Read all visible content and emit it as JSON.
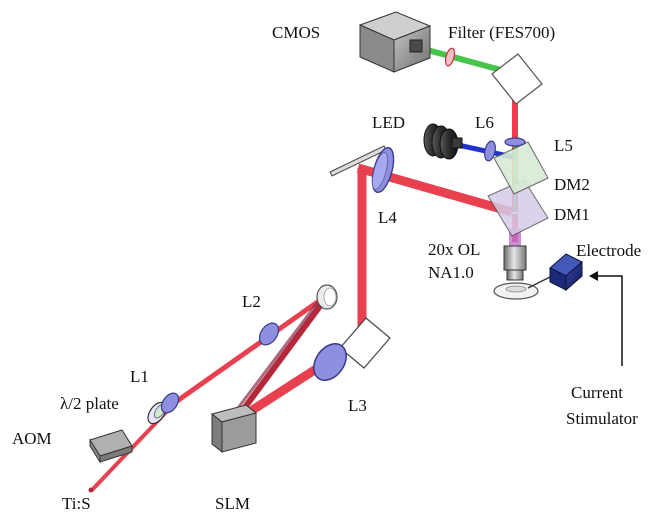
{
  "labels": {
    "cmos": "CMOS",
    "filter": "Filter (FES700)",
    "led": "LED",
    "l6": "L6",
    "l5": "L5",
    "dm2": "DM2",
    "dm1": "DM1",
    "l4": "L4",
    "objective_line1": "20x OL",
    "objective_line2": "NA1.0",
    "electrode": "Electrode",
    "l2": "L2",
    "l1": "L1",
    "half_wave_plate": "λ/2 plate",
    "aom": "AOM",
    "l3": "L3",
    "current_stimulator_line1": "Current",
    "current_stimulator_line2": "Stimulator",
    "tis": "Ti:S",
    "slm": "SLM"
  },
  "colors": {
    "laser": "#e8404e",
    "laser_dark": "#b3283a",
    "fluorescence": "#47c44a",
    "led_light": "#2233cc",
    "lens_fill": "#8f8fe0",
    "lens_stroke": "#3a3a8a",
    "housing": "#9a9a9a",
    "electrode_body": "#1d2a7a"
  }
}
